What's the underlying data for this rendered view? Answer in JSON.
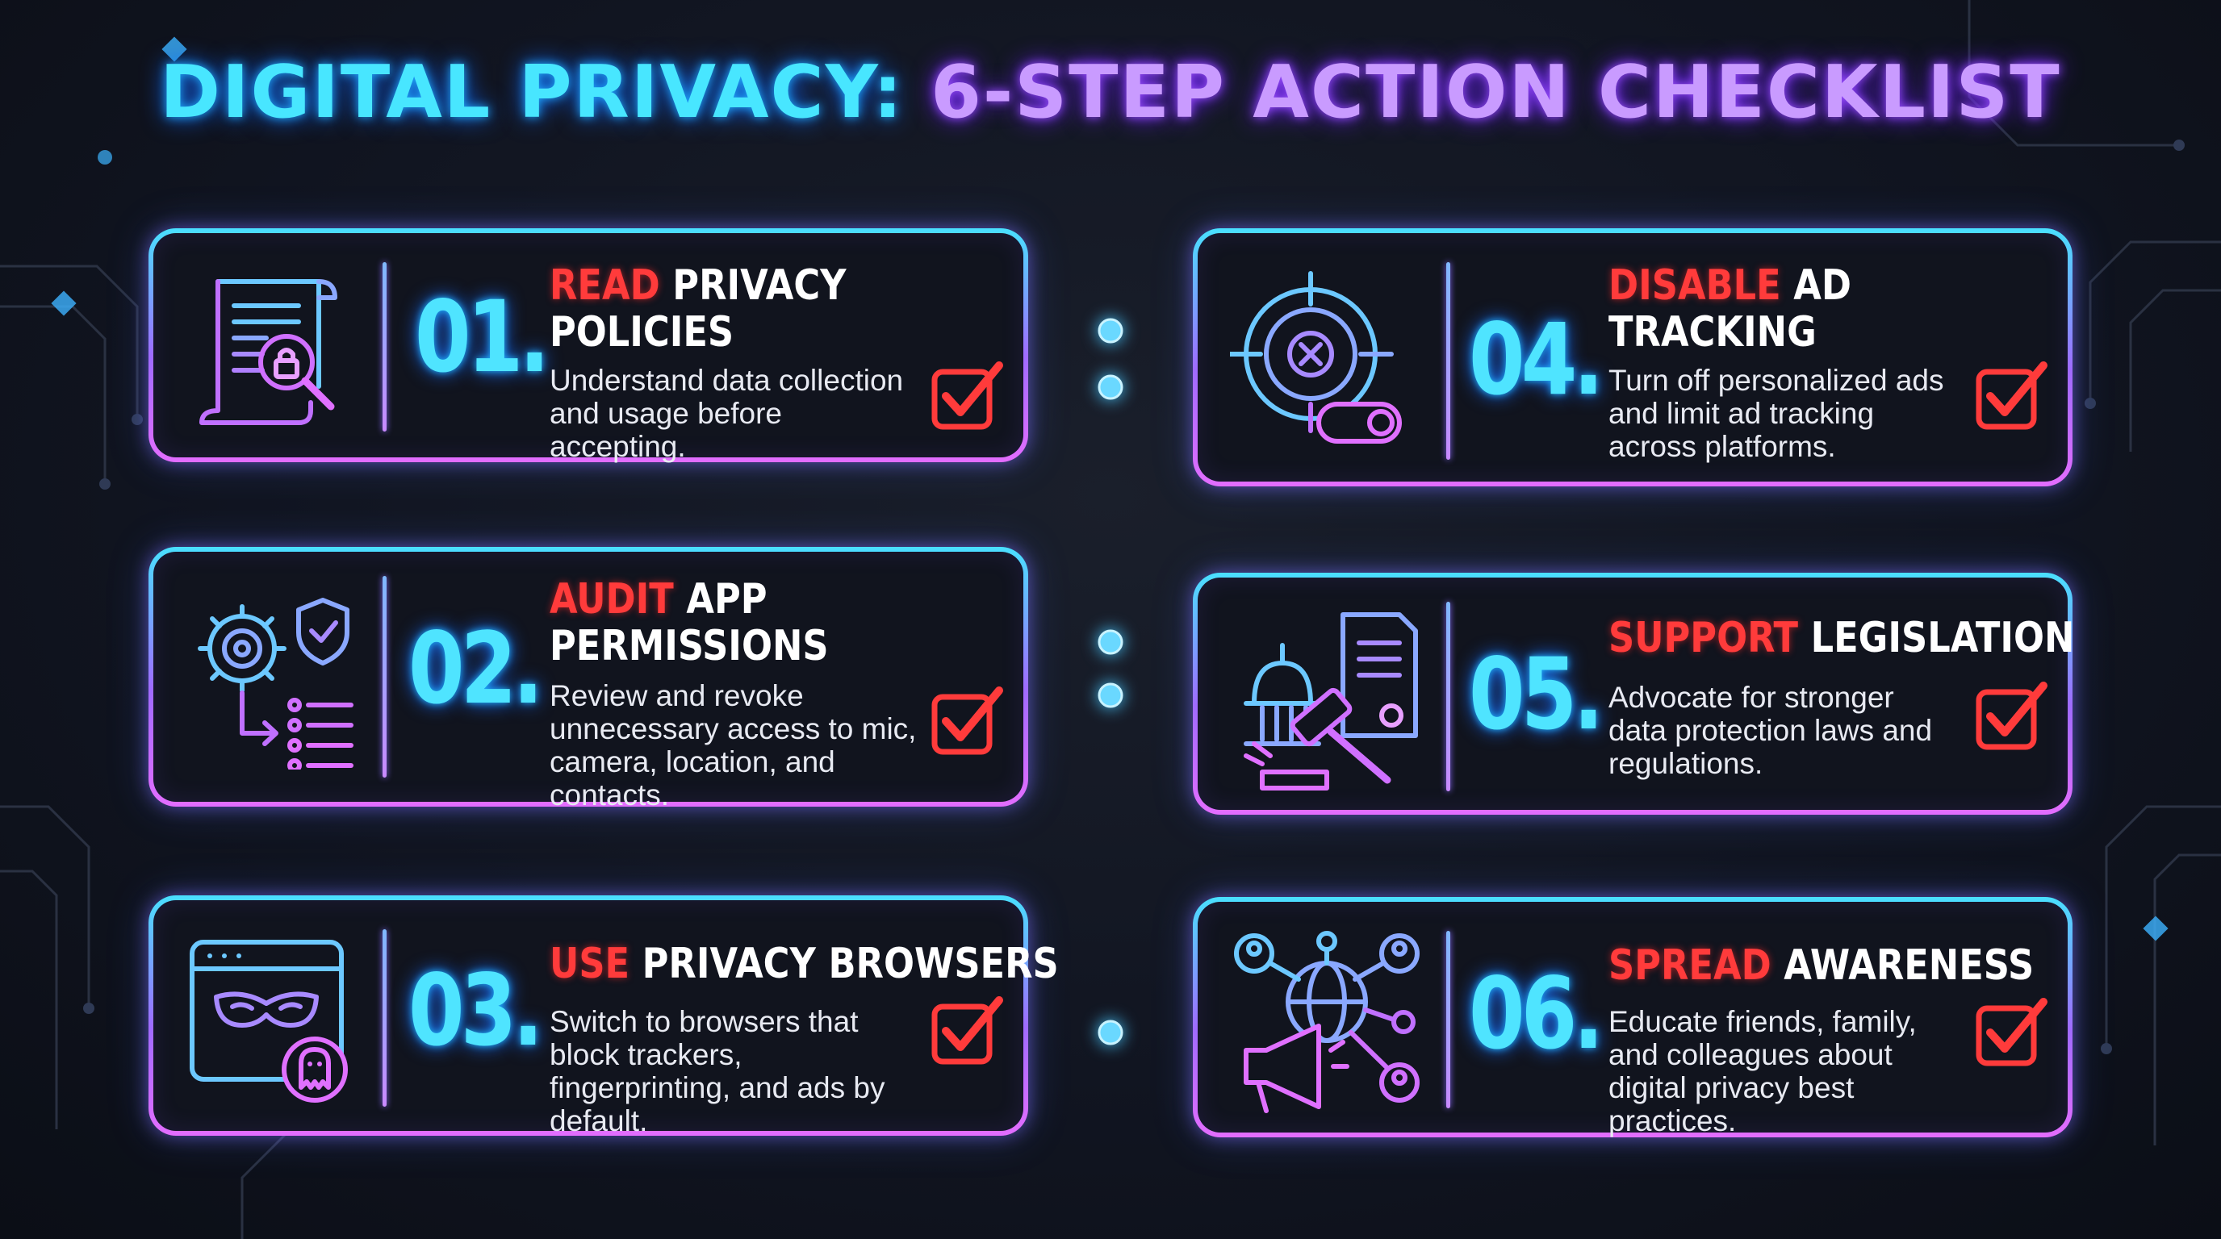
{
  "title": {
    "part1": "DIGITAL PRIVACY:",
    "part2": "6-STEP ACTION CHECKLIST"
  },
  "steps": [
    {
      "number": "01.",
      "highlight": "READ",
      "heading_rest": "PRIVACY",
      "heading_line2": "POLICIES",
      "description": "Understand data collection and usage before accepting.",
      "icon": "document-lock-magnifier-icon"
    },
    {
      "number": "02.",
      "highlight": "AUDIT",
      "heading_rest": "APP",
      "heading_line2": "PERMISSIONS",
      "description": "Review and revoke unnecessary access to mic, camera, location, and contacts.",
      "icon": "gear-shield-list-icon"
    },
    {
      "number": "03.",
      "highlight": "USE",
      "heading_rest": "PRIVACY BROWSERS",
      "heading_line2": "",
      "description": "Switch to browsers that block trackers, fingerprinting, and ads by default.",
      "icon": "browser-mask-ghost-icon"
    },
    {
      "number": "04.",
      "highlight": "DISABLE",
      "heading_rest": "AD",
      "heading_line2": "TRACKING",
      "description": "Turn off personalized ads and limit ad tracking across platforms.",
      "icon": "crosshair-toggle-icon"
    },
    {
      "number": "05.",
      "highlight": "SUPPORT",
      "heading_rest": "LEGISLATION",
      "heading_line2": "",
      "description": "Advocate for stronger data protection laws and regulations.",
      "icon": "capitol-gavel-document-icon"
    },
    {
      "number": "06.",
      "highlight": "SPREAD",
      "heading_rest": "AWARENESS",
      "heading_line2": "",
      "description": "Educate friends, family, and colleagues about digital privacy best practices.",
      "icon": "megaphone-network-icon"
    }
  ],
  "colors": {
    "cyan": "#4fe4ff",
    "purple": "#a06bff",
    "magenta": "#e36dff",
    "red": "#ff3b3b",
    "background": "#111521"
  }
}
